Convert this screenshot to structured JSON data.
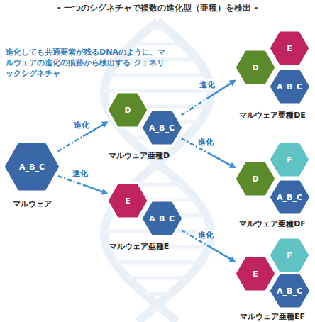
{
  "diagram": {
    "title": "- 一つのシグネチャで複数の進化型（亜種）を検出 -",
    "nodes": [
      {
        "text": [
          "A_B_C"
        ]
      },
      {
        "text": [
          "D"
        ]
      },
      {
        "text": [
          "A_B_C"
        ]
      },
      {
        "text": [
          "E"
        ]
      },
      {
        "text": [
          "A_B_C"
        ]
      },
      {
        "text": [
          "E"
        ]
      },
      {
        "text": [
          "D"
        ]
      },
      {
        "text": [
          "A_B_C"
        ]
      },
      {
        "text": [
          "F"
        ]
      },
      {
        "text": [
          "D"
        ]
      },
      {
        "text": [
          "A_B_C"
        ]
      },
      {
        "text": [
          "F"
        ]
      },
      {
        "text": [
          "E"
        ]
      },
      {
        "text": [
          "A_B_C"
        ]
      }
    ],
    "edges": [
      {
        "from": 0,
        "to": 1,
        "label": "進化",
        "arrow": "to"
      },
      {
        "from": 0,
        "to": 3,
        "label": "進化",
        "arrow": "to"
      },
      {
        "from": 2,
        "to": 6,
        "label": "進化",
        "arrow": "to"
      },
      {
        "from": 2,
        "to": 9,
        "label": "進化",
        "arrow": "to"
      },
      {
        "from": 4,
        "to": 12,
        "label": "進化",
        "arrow": "to"
      }
    ],
    "labels": [
      "進化しても共通要素が残るDNAのように、マルウェアの進化の痕跡から検出する ジェネリックシグネチャ",
      "マルウェア",
      "マルウェア亜種D",
      "マルウェア亜種E",
      "マルウェア亜種DE",
      "マルウェア亜種DF",
      "マルウェア亜種EF"
    ]
  }
}
